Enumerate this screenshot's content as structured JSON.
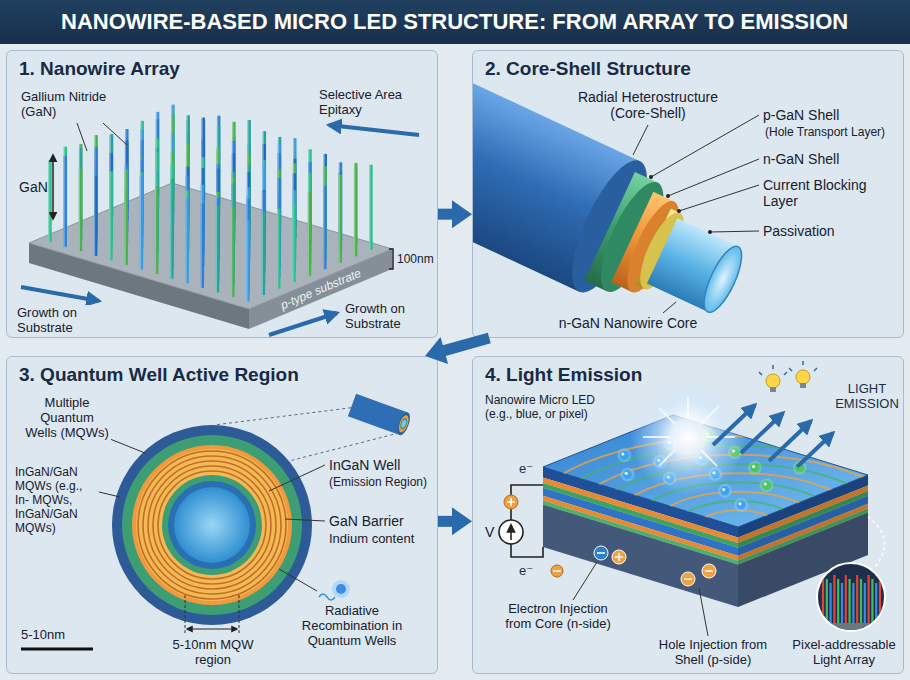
{
  "diagram": {
    "title": "NANOWIRE-BASED MICRO LED STRUCTURE: FROM ARRAY TO EMISSION",
    "nodes": [
      {
        "text": [
          "1. Nanowire Array"
        ]
      },
      {
        "text": [
          "2. Core-Shell Structure"
        ]
      },
      {
        "text": [
          "3. Quantum Well Active Region"
        ]
      },
      {
        "text": [
          "4. Light Emission"
        ]
      }
    ],
    "edges": [
      {
        "from": 0,
        "to": 1,
        "arrow": "to"
      },
      {
        "from": 1,
        "to": 2,
        "arrow": "to"
      },
      {
        "from": 2,
        "to": 3,
        "arrow": "to"
      }
    ],
    "labels": [
      "Gallium Nitride (GaN)",
      "Selective Area Epitaxy",
      "GaN",
      "100nm",
      "p-type substrate",
      "Growth on Substrate",
      "Growth on Substrate",
      "Radial Heterostructure (Core-Shell)",
      "p-GaN Shell",
      "(Hole Transport Layer)",
      "n-GaN Shell",
      "Current Blocking Layer",
      "Passivation",
      "n-GaN Nanowire Core",
      "Multiple Quantum Wells (MQWs)",
      "InGaN/GaN MQWs (e.g., In- MQWs, InGaN/GaN MQWs)",
      "InGaN Well",
      "(Emission Region)",
      "GaN Barrier",
      "Indium content",
      "Radiative Recombination in Quantum Wells",
      "5-10nm",
      "5-10nm MQW region",
      "Nanowire Micro LED (e.g., blue, or pixel)",
      "LIGHT EMISSION",
      "e⁻",
      "V",
      "e⁻",
      "Electron Injection from Core (n-side)",
      "Hole Injection from Shell (p-side)",
      "Pixel-addressable Light Array"
    ]
  }
}
